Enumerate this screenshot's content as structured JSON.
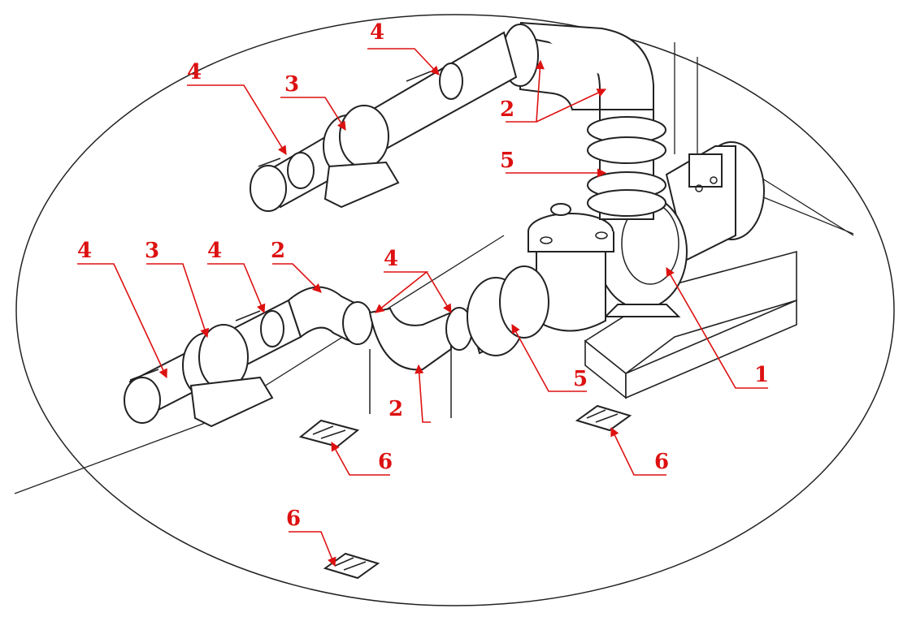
{
  "colors": {
    "line": "#222222",
    "annotation": "#dd1111",
    "background": "#ffffff"
  },
  "labels": [
    {
      "id": "l1",
      "text": "4"
    },
    {
      "id": "l2",
      "text": "2"
    },
    {
      "id": "l3",
      "text": "5"
    },
    {
      "id": "l4",
      "text": "4"
    },
    {
      "id": "l5",
      "text": "3"
    },
    {
      "id": "l6",
      "text": "4"
    },
    {
      "id": "l7",
      "text": "3"
    },
    {
      "id": "l8",
      "text": "4"
    },
    {
      "id": "l9",
      "text": "2"
    },
    {
      "id": "l10",
      "text": "4"
    },
    {
      "id": "l11",
      "text": "5"
    },
    {
      "id": "l12",
      "text": "1"
    },
    {
      "id": "l13",
      "text": "2"
    },
    {
      "id": "l14",
      "text": "6"
    },
    {
      "id": "l15",
      "text": "6"
    },
    {
      "id": "l16",
      "text": "6"
    }
  ]
}
